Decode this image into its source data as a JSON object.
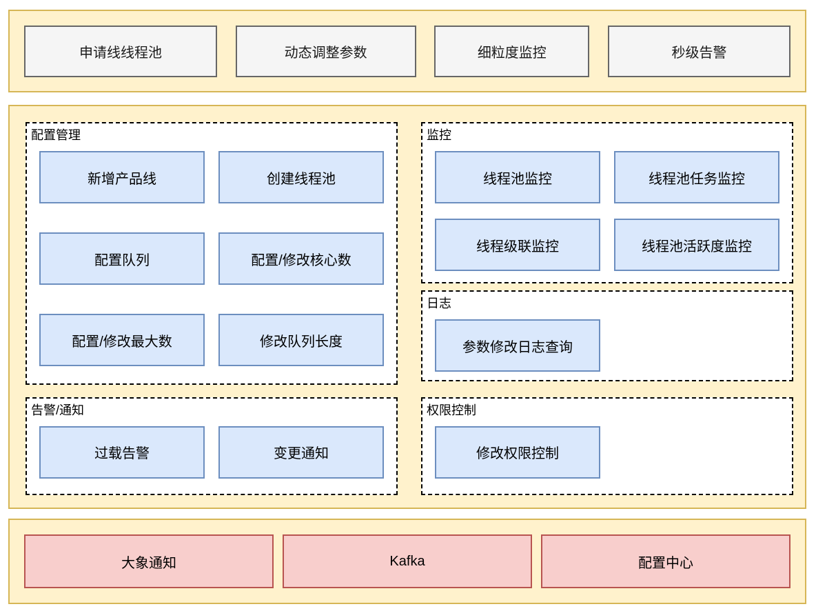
{
  "palette": {
    "band_fill": "#fff2cc",
    "band_border": "#d6b656",
    "feature_fill": "#dae8fc",
    "feature_border": "#6c8ebf",
    "capability_fill": "#f5f5f5",
    "capability_border": "#666666",
    "infra_fill": "#f8cecc",
    "infra_border": "#b85450",
    "section_border": "#000000"
  },
  "top_band": {
    "items": [
      "申请线线程池",
      "动态调整参数",
      "细粒度监控",
      "秒级告警"
    ]
  },
  "middle_band": {
    "config_section": {
      "title": "配置管理",
      "items": [
        "新增产品线",
        "创建线程池",
        "配置队列",
        "配置/修改核心数",
        "配置/修改最大数",
        "修改队列长度"
      ]
    },
    "alert_section": {
      "title": "告警/通知",
      "items": [
        "过载告警",
        "变更通知"
      ]
    },
    "monitor_section": {
      "title": "监控",
      "items": [
        "线程池监控",
        "线程池任务监控",
        "线程级联监控",
        "线程池活跃度监控"
      ]
    },
    "log_section": {
      "title": "日志",
      "items": [
        "参数修改日志查询"
      ]
    },
    "permission_section": {
      "title": "权限控制",
      "items": [
        "修改权限控制"
      ]
    }
  },
  "bottom_band": {
    "items": [
      "大象通知",
      "Kafka",
      "配置中心"
    ]
  }
}
